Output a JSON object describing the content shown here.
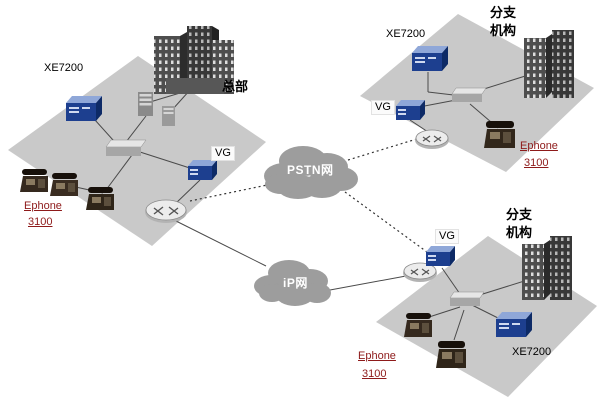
{
  "diagram": {
    "hq": {
      "device_label": "XE7200",
      "site_label": "总部",
      "vg_label": "VG",
      "ephone_label": "Ephone",
      "ephone_model": "3100"
    },
    "branch_top": {
      "device_label": "XE7200",
      "site_label_line1": "分支",
      "site_label_line2": "机构",
      "vg_label": "VG",
      "ephone_label": "Ephone",
      "ephone_model": "3100"
    },
    "branch_bottom": {
      "device_label": "XE7200",
      "site_label_line1": "分支",
      "site_label_line2": "机构",
      "vg_label": "VG",
      "ephone_label": "Ephone",
      "ephone_model": "3100"
    },
    "clouds": {
      "pstn": "PSTN网",
      "ip": "iP网"
    },
    "colors": {
      "platform_gray": "#c9c9c9",
      "cloud_gray": "#9d9d9d",
      "device_blue": "#1d3f8f",
      "ephone_red": "#8e1a1a"
    }
  }
}
